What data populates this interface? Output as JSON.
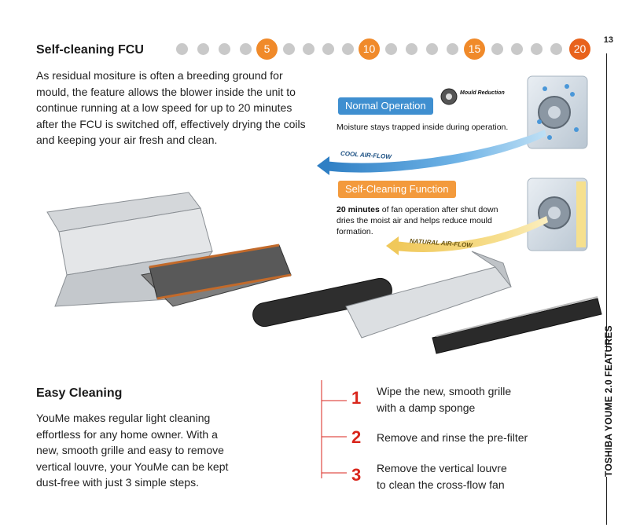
{
  "page": {
    "number": "13",
    "sidebar_title": "TOSHIBA YOUME 2.0 FEATURES"
  },
  "progress": {
    "milestones": [
      "5",
      "10",
      "15",
      "20"
    ],
    "active_color": "#f08a2a",
    "final_color": "#e8621c",
    "dot_color": "#c9c9c9"
  },
  "self_cleaning": {
    "title": "Self-cleaning FCU",
    "body": "As residual mositure is often a breeding ground for mould, the feature allows the blower inside the unit to continue running at a low speed for up to 20 minutes after the FCU is switched off, effectively drying the coils and keeping your air fresh and clean."
  },
  "diagram": {
    "mould_reduction_label": "Mould Reduction",
    "normal": {
      "label": "Normal Operation",
      "text": "Moisture stays trapped inside during operation.",
      "airflow_label": "COOL AIR-FLOW"
    },
    "self_clean": {
      "label": "Self-Cleaning Function",
      "text_bold": "20 minutes",
      "text_rest": " of fan operation after shut down dries the moist air and helps reduce mould formation.",
      "airflow_label": "NATURAL AIR-FLOW"
    }
  },
  "easy_cleaning": {
    "title": "Easy Cleaning",
    "body": "YouMe makes regular light cleaning effortless for any home owner. With a new, smooth grille and easy to remove vertical louvre, your YouMe can be kept dust-free with just 3 simple steps.",
    "steps": [
      {
        "num": "1",
        "text_line1": "Wipe the new, smooth grille",
        "text_line2": "with a damp sponge"
      },
      {
        "num": "2",
        "text_line1": "Remove and rinse the pre-filter",
        "text_line2": ""
      },
      {
        "num": "3",
        "text_line1": "Remove the vertical louvre",
        "text_line2": "to clean the cross-flow fan"
      }
    ]
  }
}
